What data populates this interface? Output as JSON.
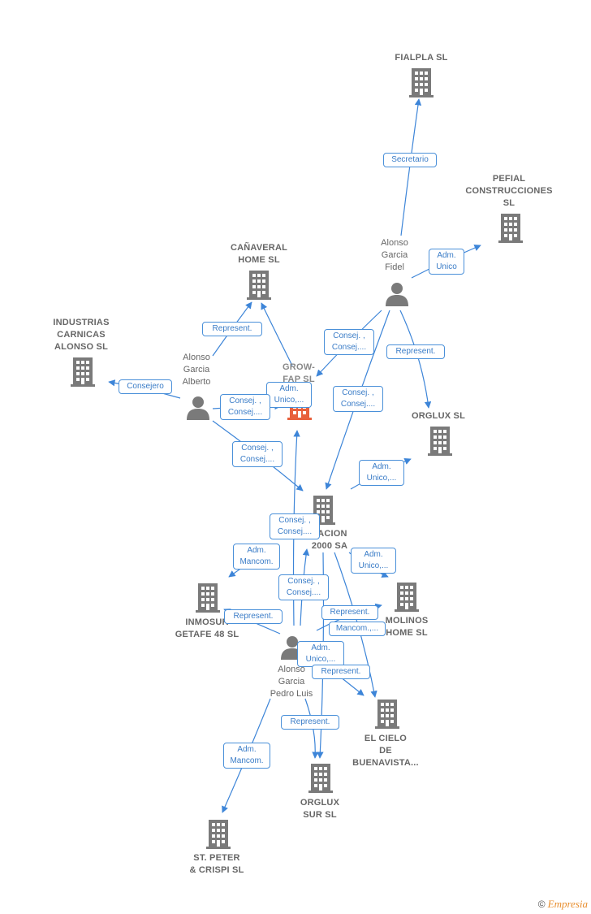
{
  "nodes": {
    "fialpla": {
      "label": "FIALPLA SL",
      "type": "company",
      "icon": "building-icon"
    },
    "pefial": {
      "label": "PEFIAL\nCONSTRUCCIONES\nSL",
      "type": "company",
      "icon": "building-icon"
    },
    "canaveral": {
      "label": "CAÑAVERAL\nHOME  SL",
      "type": "company",
      "icon": "building-icon"
    },
    "industrias": {
      "label": "INDUSTRIAS\nCARNICAS\nALONSO SL",
      "type": "company",
      "icon": "building-icon"
    },
    "grow": {
      "label": "GROW-\nFAP  SL",
      "type": "company",
      "icon": "building-icon",
      "focus": true
    },
    "orglux": {
      "label": "ORGLUX  SL",
      "type": "company",
      "icon": "building-icon"
    },
    "urbanizacion": {
      "label": "ZACION\n2000 SA",
      "type": "company",
      "icon": "building-icon"
    },
    "inmosur": {
      "label": "INMOSUR\nGETAFE 48  SL",
      "type": "company",
      "icon": "building-icon"
    },
    "molinos": {
      "label": "MOLINOS\nHOME  SL",
      "type": "company",
      "icon": "building-icon"
    },
    "elcielo": {
      "label": "EL CIELO\nDE\nBUENAVISTA...",
      "type": "company",
      "icon": "building-icon"
    },
    "orgluxsur": {
      "label": "ORGLUX\nSUR  SL",
      "type": "company",
      "icon": "building-icon"
    },
    "stpeter": {
      "label": "ST.  PETER\n& CRISPI  SL",
      "type": "company",
      "icon": "building-icon"
    },
    "fidel": {
      "label": "Alonso\nGarcia\nFidel",
      "type": "person",
      "icon": "person-icon"
    },
    "alberto": {
      "label": "Alonso\nGarcia\nAlberto",
      "type": "person",
      "icon": "person-icon"
    },
    "pedro": {
      "label": "Alonso\nGarcia\nPedro Luis",
      "type": "person",
      "icon": "person-icon"
    }
  },
  "edge_labels": {
    "secretario": "Secretario",
    "adm_unico_pefial": "Adm.\nUnico",
    "represent_canaveral": "Represent.",
    "consejero_industrias": "Consejero",
    "consej_fidel_grow": "Consej. ,\nConsej....",
    "represent_fidel_orglux": "Represent.",
    "adm_unico_grow": "Adm.\nUnico,...",
    "consej_alberto_grow": "Consej. ,\nConsej....",
    "consej_fidel_urb": "Consej. ,\nConsej....",
    "consej_alberto_urb": "Consej. ,\nConsej....",
    "adm_unico_orglux": "Adm.\nUnico,...",
    "consej_pedro_urb": "Consej. ,\nConsej....",
    "adm_mancom_inmosur": "Adm.\nMancom.",
    "adm_unico_molinos": "Adm.\nUnico,...",
    "consej_pedro_grow": "Consej. ,\nConsej....",
    "represent_inmosur": "Represent.",
    "represent_molinos": "Represent.",
    "mancom_molinos": "Mancom.,...",
    "adm_unico_pedro": "Adm.\nUnico,...",
    "represent_elcielo": "Represent.",
    "represent_orgluxsur": "Represent.",
    "adm_mancom_stpeter": "Adm.\nMancom."
  },
  "colors": {
    "edge": "#3d85d8",
    "icon": "#7a7a7a",
    "focus_icon": "#e8603c",
    "brand": "#e88e2e"
  },
  "footer": {
    "copyright": "©",
    "brand": "Empresia"
  }
}
